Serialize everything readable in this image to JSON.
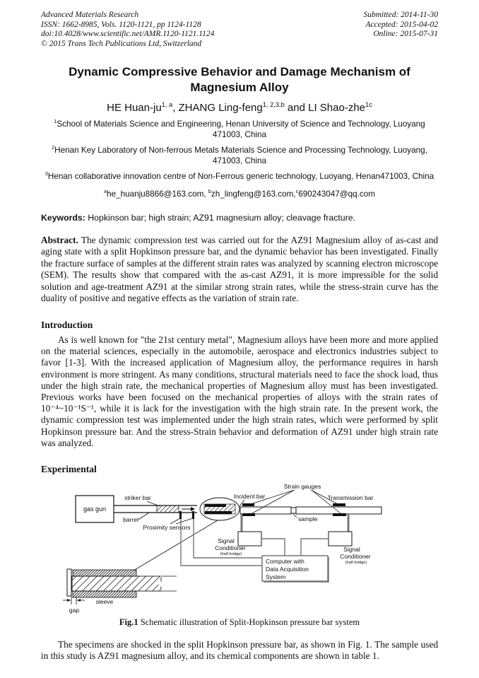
{
  "header": {
    "left": [
      "Advanced Materials Research",
      "ISSN: 1662-8985, Vols. 1120-1121, pp 1124-1128",
      "doi:10.4028/www.scientific.net/AMR.1120-1121.1124",
      "© 2015 Trans Tech Publications Ltd, Switzerland"
    ],
    "right": [
      "Submitted: 2014-11-30",
      "Accepted: 2015-04-02",
      "Online: 2015-07-31"
    ]
  },
  "title": "Dynamic Compressive Behavior and Damage Mechanism of Magnesium Alloy",
  "authors_line": {
    "parts": [
      {
        "t": "HE Huan-ju",
        "s": "1, a"
      },
      {
        "t": ", ZHANG Ling-feng",
        "s": "1, 2,3,b"
      },
      {
        "t": " and LI Shao-zhe",
        "s": "1c"
      }
    ]
  },
  "affiliations": [
    {
      "sup": "1",
      "text": "School of Materials Science and Engineering, Henan University of Science and Technology, Luoyang 471003, China"
    },
    {
      "sup": "2",
      "text": "Henan Key Laboratory of Non-ferrous Metals Materials Science and Processing Technology, Luoyang, 471003, China"
    },
    {
      "sup": "3",
      "text": "Henan collaborative innovation centre of Non-Ferrous generic technology, Luoyang, Henan471003, China"
    }
  ],
  "emails": {
    "parts": [
      {
        "s": "a",
        "t": "he_huanju8866@163.com, "
      },
      {
        "s": "b",
        "t": "zh_lingfeng@163.com,"
      },
      {
        "s": "c",
        "t": "690243047@qq.com"
      }
    ]
  },
  "keywords": {
    "label": "Keywords:",
    "text": " Hopkinson bar; high strain; AZ91 magnesium alloy; cleavage fracture."
  },
  "abstract": {
    "label": "Abstract.",
    "text": " The dynamic compression test was carried out for the AZ91 Magnesium alloy of as-cast and aging state with a split Hopkinson pressure bar, and the dynamic behavior has been investigated. Finally the fracture surface of samples at the different strain rates was analyzed by scanning electron microscope (SEM). The results show that compared with the as-cast AZ91, it is more impressible for the solid solution and age-treatment AZ91 at the similar strong strain rates, while the stress-strain curve has the duality of positive and negative effects as the variation of strain rate."
  },
  "introduction": {
    "heading": "Introduction",
    "body": "As is well known for \"the 21st century metal\", Magnesium alloys have been more and more applied on the material sciences, especially in the automobile, aerospace and electronics industries subject to favor [1-3]. With the increased application of Magnesium alloy, the performance requires in harsh environment is more stringent. As many conditions, structural materials need to face the shock load, thus under the high strain rate, the mechanical properties of Magnesium alloy must has been investigated. Previous works have been focused on the mechanical properties of alloys with the strain rates of 10⁻⁴~10⁻¹S⁻¹, while it is lack for the investigation with the high strain rate. In the present work, the dynamic compression test was implemented under the high strain rates, which were performed by split Hopkinson pressure bar. And the stress-Strain behavior and deformation of AZ91 under high strain rate was analyzed."
  },
  "experimental": {
    "heading": "Experimental"
  },
  "figure": {
    "labels": {
      "gas_gun": "gas gun",
      "striker_bar": "striker bar",
      "barrel": "barrel",
      "proximity_sensors": "Proximity sensors",
      "incident_bar": "Incident bar",
      "strain_gauges": "Strain gauges",
      "transmission_bar": "Transmission bar",
      "sample": "sample",
      "signal": "Signal",
      "conditioner": "Conditioner",
      "half_bridge": "(half bridge)",
      "computer_line1": "Computer with",
      "computer_line2": "Data Acquisition",
      "computer_line3": "System",
      "sleeve": "sleeve",
      "gap": "gap"
    },
    "caption_label": "Fig.1",
    "caption_text": " Schematic illustration of Split-Hopkinson pressure bar system"
  },
  "closing_paragraph": "The specimens are shocked in the split Hopkinson pressure bar, as shown in Fig. 1. The sample used in this study is AZ91 magnesium alloy, and its chemical components are shown in table 1."
}
